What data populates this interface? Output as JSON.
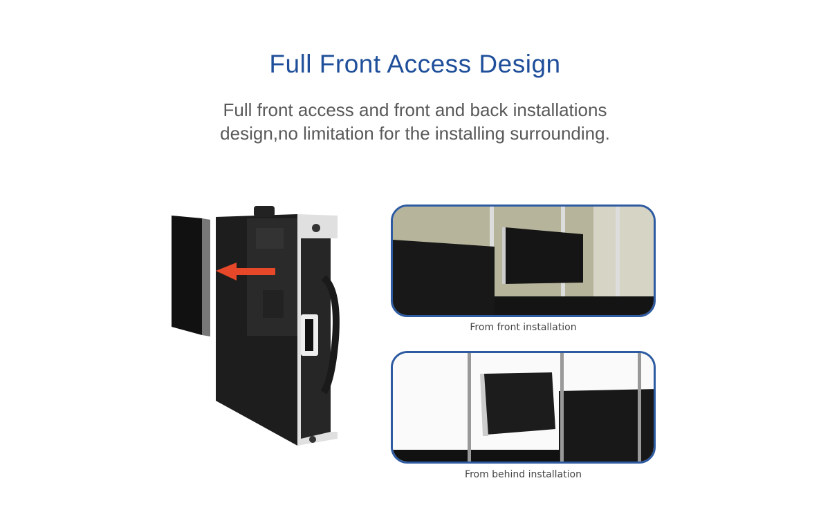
{
  "header": {
    "title": "Full Front Access Design",
    "subtitle_lines": [
      "Full front access and front and back installations",
      "design,no limitation for the installing surrounding."
    ]
  },
  "illustrations": {
    "main": {
      "arrow_color": "#e8482a"
    },
    "front": {
      "caption": "From front installation"
    },
    "behind": {
      "caption": "From behind installation"
    }
  },
  "colors": {
    "title": "#1f4f9a",
    "panel_border": "#2d5aa0"
  }
}
